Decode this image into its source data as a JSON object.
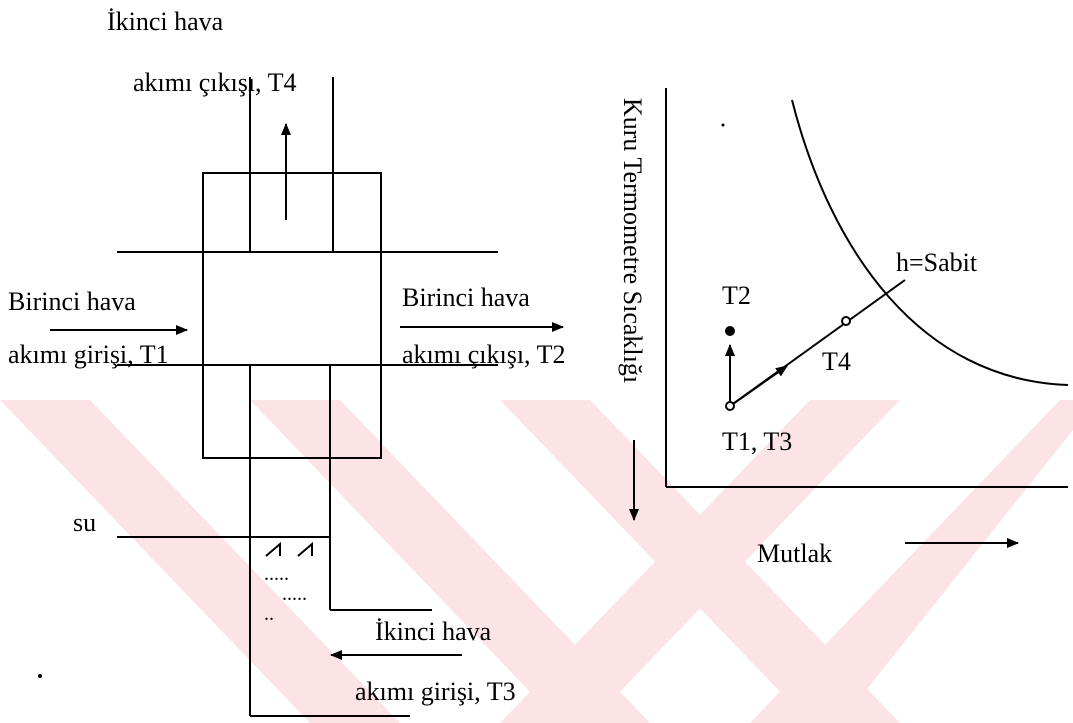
{
  "left_diagram": {
    "secondary_outlet_line1": "İkinci hava",
    "secondary_outlet_line2": "akımı çıkışı, T4",
    "primary_inlet_line1": "Birinci hava",
    "primary_inlet_line2": "akımı girişi, T1",
    "primary_outlet_line1": "Birinci hava",
    "primary_outlet_line2": "akımı çıkışı, T2",
    "water_label": "su",
    "secondary_inlet_line1": "İkinci hava",
    "secondary_inlet_line2": "akımı girişi, T3",
    "water_drops": ".....",
    "water_drops_2": ".....",
    "water_drops_3": ".."
  },
  "right_diagram": {
    "y_axis_label": "Kuru Termometre Sıcaklığı",
    "x_axis_label": "Mutlak",
    "enthalpy_label": "h=Sabit",
    "point_t2": "T2",
    "point_t4": "T4",
    "point_t1_t3": "T1, T3"
  },
  "colors": {
    "line": "#000000",
    "watermark": "#fbe3e6"
  }
}
